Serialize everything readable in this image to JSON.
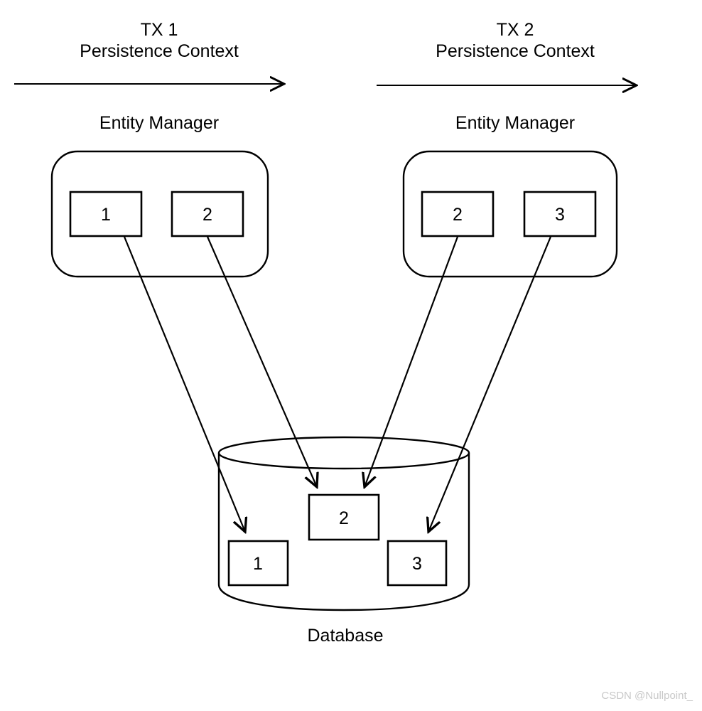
{
  "diagram": {
    "title_left": "TX 1",
    "subtitle_left": "Persistence Context",
    "title_right": "TX 2",
    "subtitle_right": "Persistence Context",
    "entity_manager_left_label": "Entity Manager",
    "entity_manager_right_label": "Entity Manager",
    "database_label": "Database",
    "watermark": "CSDN @Nullpoint_",
    "colors": {
      "stroke": "#000000",
      "background": "#ffffff",
      "watermark": "#c8c8c8"
    },
    "left_context": {
      "entities": [
        {
          "label": "1"
        },
        {
          "label": "2"
        }
      ]
    },
    "right_context": {
      "entities": [
        {
          "label": "2"
        },
        {
          "label": "3"
        }
      ]
    },
    "database": {
      "entities": [
        {
          "label": "1"
        },
        {
          "label": "2"
        },
        {
          "label": "3"
        }
      ]
    },
    "timeline_arrows": [
      {
        "name": "tx1-timeline-arrow"
      },
      {
        "name": "tx2-timeline-arrow"
      }
    ],
    "flush_arrows": [
      {
        "from": "tx1-entity-1",
        "to": "db-entity-1"
      },
      {
        "from": "tx1-entity-2",
        "to": "db-entity-2"
      },
      {
        "from": "tx2-entity-2",
        "to": "db-entity-2"
      },
      {
        "from": "tx2-entity-3",
        "to": "db-entity-3"
      }
    ]
  }
}
